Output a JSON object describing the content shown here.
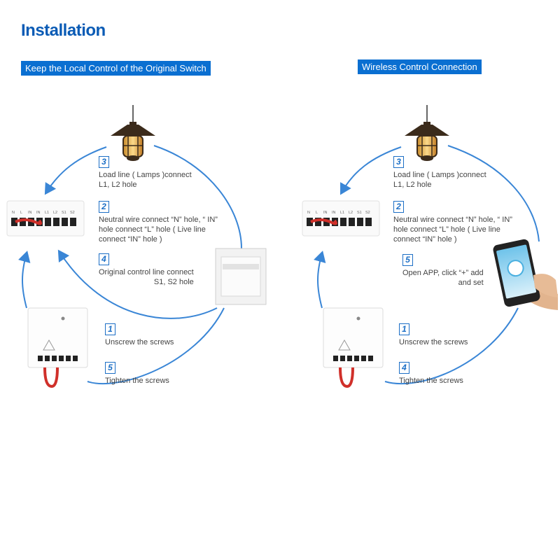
{
  "page_title": "Installation",
  "left": {
    "banner": "Keep the Local Control of the Original Switch",
    "steps": [
      {
        "num": "3",
        "text": "Load line ( Lamps )connect\nL1, L2 hole"
      },
      {
        "num": "2",
        "text": "Neutral wire connect “N” hole, “ IN”\nhole connect “L” hole ( Live line\nconnect “IN” hole )"
      },
      {
        "num": "4",
        "text": "Original control line connect\nS1, S2 hole"
      },
      {
        "num": "1",
        "text": "Unscrew the screws"
      },
      {
        "num": "5",
        "text": "Tighten the screws"
      }
    ]
  },
  "right": {
    "banner": "Wireless Control Connection",
    "steps": [
      {
        "num": "3",
        "text": "Load line ( Lamps )connect\nL1, L2 hole"
      },
      {
        "num": "2",
        "text": "Neutral wire connect “N” hole, “ IN”\nhole connect “L” hole ( Live line\nconnect “IN” hole )"
      },
      {
        "num": "5",
        "text": "Open APP, click “+” add\nand set"
      },
      {
        "num": "1",
        "text": "Unscrew the screws"
      },
      {
        "num": "4",
        "text": "Tighten the screws"
      }
    ]
  },
  "terminal_labels": [
    "N",
    "L",
    "IN",
    "IN",
    "L1",
    "L2",
    "S1",
    "S2"
  ],
  "colors": {
    "accent": "#1c6fc6",
    "banner": "#0a6fd1",
    "title": "#0a5bb5",
    "arrow": "#3a86d6",
    "wire": "#d0302a"
  },
  "icons": [
    "pendant-lamp-icon",
    "terminal-block-icon",
    "wall-switch-icon",
    "relay-module-icon",
    "phone-app-icon"
  ]
}
